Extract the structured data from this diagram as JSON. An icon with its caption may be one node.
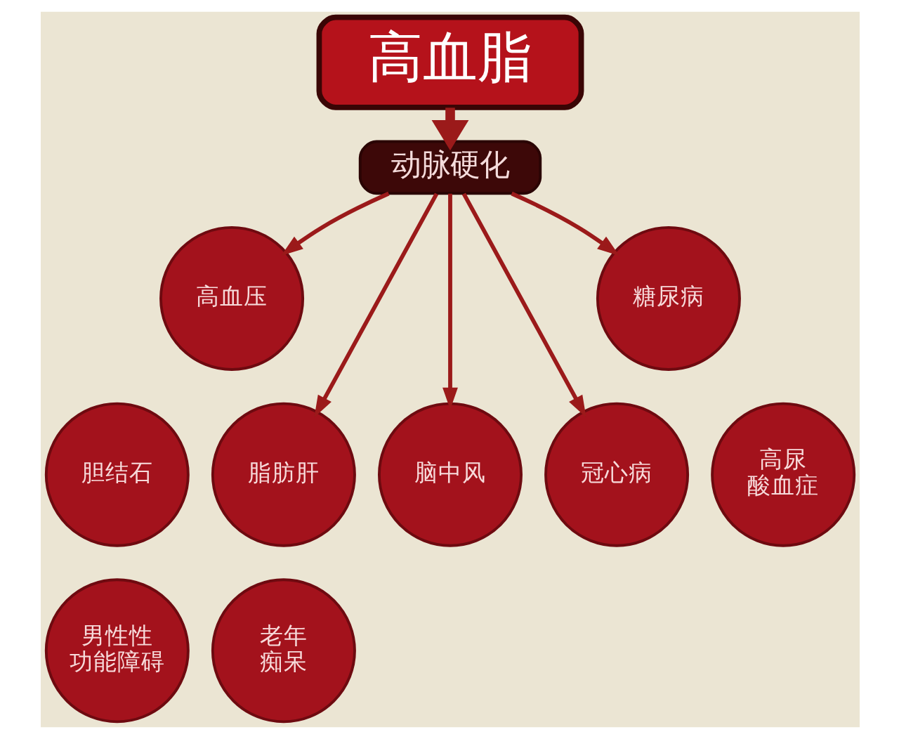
{
  "diagram": {
    "nodes": [
      {
        "text": [
          "高血脂"
        ]
      },
      {
        "text": [
          "动脉硬化"
        ]
      },
      {
        "text": [
          "高血压"
        ]
      },
      {
        "text": [
          "糖尿病"
        ]
      },
      {
        "text": [
          "胆结石"
        ]
      },
      {
        "text": [
          "脂肪肝"
        ]
      },
      {
        "text": [
          "脑中风"
        ]
      },
      {
        "text": [
          "冠心病"
        ]
      },
      {
        "text": [
          "高尿酸血症"
        ]
      },
      {
        "text": [
          "男性性功能障碍"
        ]
      },
      {
        "text": [
          "老年痴呆"
        ]
      }
    ],
    "edges": [
      {
        "from": 0,
        "to": 1,
        "arrow": "to",
        "style": "thick"
      },
      {
        "from": 1,
        "to": 2,
        "arrow": "to"
      },
      {
        "from": 1,
        "to": 5,
        "arrow": "to"
      },
      {
        "from": 1,
        "to": 6,
        "arrow": "to"
      },
      {
        "from": 1,
        "to": 7,
        "arrow": "to"
      },
      {
        "from": 1,
        "to": 3,
        "arrow": "to"
      }
    ]
  }
}
